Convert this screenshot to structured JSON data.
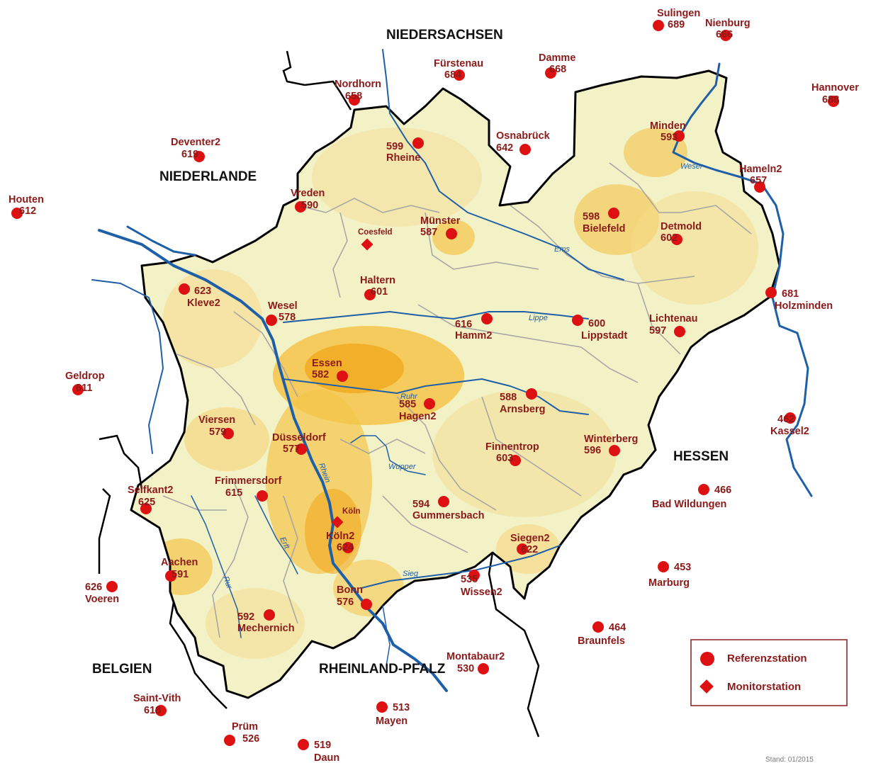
{
  "colors": {
    "land": "#f3f1c6",
    "density_light": "#f5d98a",
    "density_mid": "#f4c44a",
    "density_dark": "#f0a81e",
    "river": "#1f5fa8",
    "border": "#000000",
    "district": "#a4a4a4",
    "station": "#dd1111",
    "label": "#8b1a1a"
  },
  "regions": [
    {
      "name": "NIEDERSACHSEN"
    },
    {
      "name": "NIEDERLANDE"
    },
    {
      "name": "HESSEN"
    },
    {
      "name": "BELGIEN"
    },
    {
      "name": "RHEINLAND-PFALZ"
    }
  ],
  "rivers": [
    {
      "name": "Weser"
    },
    {
      "name": "Ems"
    },
    {
      "name": "Lippe"
    },
    {
      "name": "Ruhr"
    },
    {
      "name": "Wupper"
    },
    {
      "name": "Rhein"
    },
    {
      "name": "Erft"
    },
    {
      "name": "Rur"
    },
    {
      "name": "Sieg"
    }
  ],
  "stations": [
    {
      "name": "Sulingen",
      "value": "689",
      "type": "reference"
    },
    {
      "name": "Nienburg",
      "value": "666",
      "type": "reference"
    },
    {
      "name": "Fürstenau",
      "value": "684",
      "type": "reference"
    },
    {
      "name": "Damme",
      "value": "668",
      "type": "reference"
    },
    {
      "name": "Nordhorn",
      "value": "658",
      "type": "reference"
    },
    {
      "name": "Hannover",
      "value": "688",
      "type": "reference"
    },
    {
      "name": "Deventer2",
      "value": "619",
      "type": "reference"
    },
    {
      "name": "Osnabrück",
      "value": "642",
      "type": "reference"
    },
    {
      "name": "Rheine",
      "value": "599",
      "type": "reference"
    },
    {
      "name": "Minden",
      "value": "593",
      "type": "reference"
    },
    {
      "name": "Hameln2",
      "value": "657",
      "type": "reference"
    },
    {
      "name": "Houten",
      "value": "612",
      "type": "reference"
    },
    {
      "name": "Vreden",
      "value": "590",
      "type": "reference"
    },
    {
      "name": "Münster",
      "value": "587",
      "type": "reference"
    },
    {
      "name": "Bielefeld",
      "value": "598",
      "type": "reference"
    },
    {
      "name": "Detmold",
      "value": "602",
      "type": "reference"
    },
    {
      "name": "Coesfeld",
      "value": "",
      "type": "monitor"
    },
    {
      "name": "Kleve2",
      "value": "623",
      "type": "reference"
    },
    {
      "name": "Haltern",
      "value": "601",
      "type": "reference"
    },
    {
      "name": "Holzminden",
      "value": "681",
      "type": "reference"
    },
    {
      "name": "Wesel",
      "value": "578",
      "type": "reference"
    },
    {
      "name": "Hamm2",
      "value": "616",
      "type": "reference"
    },
    {
      "name": "Lippstadt",
      "value": "600",
      "type": "reference"
    },
    {
      "name": "Lichtenau",
      "value": "597",
      "type": "reference"
    },
    {
      "name": "Essen",
      "value": "582",
      "type": "reference"
    },
    {
      "name": "Geldrop",
      "value": "611",
      "type": "reference"
    },
    {
      "name": "Arnsberg",
      "value": "588",
      "type": "reference"
    },
    {
      "name": "Hagen2",
      "value": "585",
      "type": "reference"
    },
    {
      "name": "Kassel2",
      "value": "462",
      "type": "reference"
    },
    {
      "name": "Viersen",
      "value": "579",
      "type": "reference"
    },
    {
      "name": "Düsseldorf",
      "value": "577",
      "type": "reference"
    },
    {
      "name": "Winterberg",
      "value": "596",
      "type": "reference"
    },
    {
      "name": "Finnentrop",
      "value": "603",
      "type": "reference"
    },
    {
      "name": "Frimmersdorf",
      "value": "615",
      "type": "reference"
    },
    {
      "name": "Bad Wildungen",
      "value": "466",
      "type": "reference"
    },
    {
      "name": "Selfkant2",
      "value": "625",
      "type": "reference"
    },
    {
      "name": "Gummersbach",
      "value": "594",
      "type": "reference"
    },
    {
      "name": "Köln",
      "value": "",
      "type": "monitor"
    },
    {
      "name": "Köln2",
      "value": "624",
      "type": "reference"
    },
    {
      "name": "Siegen2",
      "value": "622",
      "type": "reference"
    },
    {
      "name": "Aachen",
      "value": "591",
      "type": "reference"
    },
    {
      "name": "Marburg",
      "value": "453",
      "type": "reference"
    },
    {
      "name": "Voeren",
      "value": "626",
      "type": "reference"
    },
    {
      "name": "Wissen2",
      "value": "535",
      "type": "reference"
    },
    {
      "name": "Bonn",
      "value": "576",
      "type": "reference"
    },
    {
      "name": "Mechernich",
      "value": "592",
      "type": "reference"
    },
    {
      "name": "Braunfels",
      "value": "464",
      "type": "reference"
    },
    {
      "name": "Montabaur2",
      "value": "530",
      "type": "reference"
    },
    {
      "name": "Saint-Vith",
      "value": "618",
      "type": "reference"
    },
    {
      "name": "Mayen",
      "value": "513",
      "type": "reference"
    },
    {
      "name": "Prüm",
      "value": "526",
      "type": "reference"
    },
    {
      "name": "Daun",
      "value": "519",
      "type": "reference"
    }
  ],
  "legend": {
    "reference_label": "Referenzstation",
    "monitor_label": "Monitorstation"
  },
  "credit": "Stand: 01/2015"
}
